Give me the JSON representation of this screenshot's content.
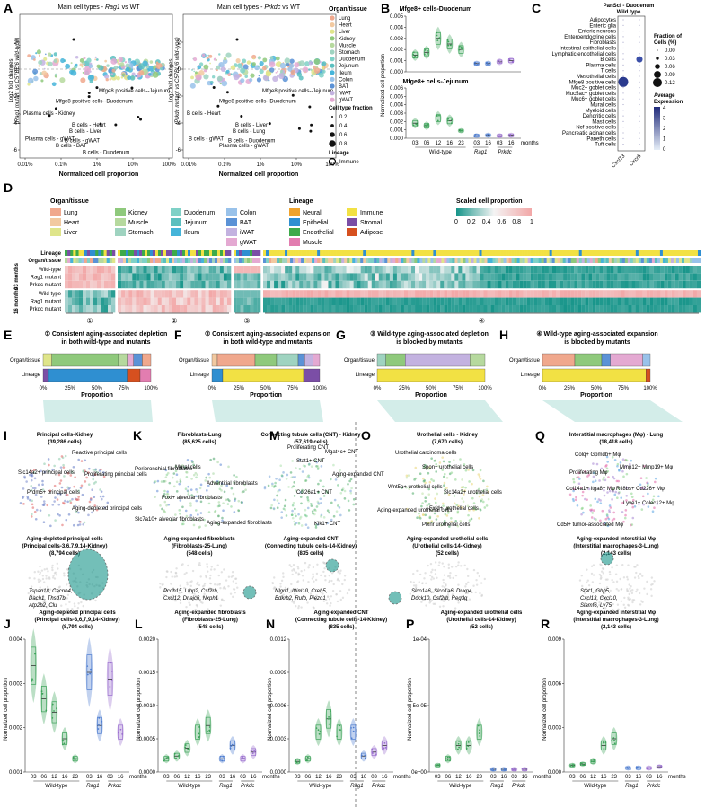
{
  "colors": {
    "Lung": "#f0a88d",
    "Heart": "#f2c9a0",
    "Liver": "#dfe58a",
    "Kidney": "#8fc97c",
    "Muscle": "#b6d99e",
    "Stomach": "#9fd3c0",
    "Duodenum": "#7fd1c7",
    "Jejunum": "#5bbfbf",
    "Ileum": "#45b4d9",
    "Colon": "#99c2ea",
    "BAT": "#5b92d6",
    "iWAT": "#c3b2e0",
    "gWAT": "#e4a9d2",
    "Neural": "#f0a32c",
    "Epithelial": "#2f8fd1",
    "Endothelial": "#3daa4a",
    "Immune": "#f2e144",
    "Stromal": "#7b4ea6",
    "Adipose": "#d6501f",
    "LineageMuscle": "#e27db0",
    "wt": "#3da35a",
    "rag": "#4f7ed0",
    "prk": "#9a6fcf",
    "teal": "#17958a",
    "pink": "#f2a7a7"
  },
  "panels": {
    "A": "A",
    "B": "B",
    "C": "C",
    "D": "D",
    "E": "E",
    "F": "F",
    "G": "G",
    "H": "H",
    "I": "I",
    "J": "J",
    "K": "K",
    "L": "L",
    "M": "M",
    "N": "N",
    "O": "O",
    "P": "P",
    "Q": "Q",
    "R": "R"
  },
  "A": {
    "title1a": "Main cell types - ",
    "title1b": "Rag1",
    "title1c": " vs WT",
    "title2a": "Main cell types - ",
    "title2b": "Prkdc",
    "title2c": " vs WT",
    "ylab1": "Log2 fold changes",
    "ylab1b": "(Rag1 mutant vs C57BL/6 wild-type)",
    "ylab2": "Log2 fold changes",
    "ylab2b": "(Prkdc mutant vs C57BL/6 wild-type)",
    "xlab": "Normalized cell proportion",
    "xticks": [
      "0.01%",
      "0.1%",
      "1%",
      "10%",
      "100%"
    ],
    "yticks": [
      "2",
      "0",
      "-2",
      "-4",
      "-6"
    ],
    "ann1": [
      "Mfge8 positive cells--Jejunum",
      "Mfge8 positive cells--Duodenum",
      "Plasma cells - Kidney",
      "B cells - Heart",
      "B cells - Liver",
      "Plasma cells - gWAT",
      "B cells - gWAT",
      "B cells - BAT",
      "B cells - Duodenum"
    ],
    "ann2": [
      "Mfge8 positive cells--Jejunum",
      "Mfge8 positive cells--Duodenum",
      "B cells - Heart",
      "B cells - Liver",
      "B cells - Lung",
      "B cells - gWAT",
      "B cells - Duodenum",
      "Plasma cells - gWAT"
    ],
    "organ_title": "Organ/tissue",
    "organs": [
      "Lung",
      "Heart",
      "Liver",
      "Kidney",
      "Muscle",
      "Stomach",
      "Duodenum",
      "Jejunum",
      "Ileum",
      "Colon",
      "BAT",
      "iWAT",
      "gWAT"
    ],
    "size_title": "Cell type fraction",
    "sizes": [
      "0.2",
      "0.4",
      "0.6",
      "0.8"
    ],
    "lineage_title": "Lineage",
    "immune": "Immune"
  },
  "B": {
    "title1": "Mfge8+ cells-Duodenum",
    "title2": "Mfge8+ cells-Jejunum",
    "ylab": "Normalized cell proportion",
    "yticks1": [
      "0.005",
      "0.004",
      "0.003",
      "0.002",
      "0.001",
      "0.000"
    ],
    "yticks2": [
      "0.006",
      "0.005",
      "0.004",
      "0.003",
      "0.002",
      "0.001",
      "0.000"
    ],
    "ages": [
      "03",
      "06",
      "12",
      "16",
      "23",
      "03",
      "16",
      "03",
      "16"
    ],
    "months": "months",
    "groups": [
      "Wild-type",
      "Rag1",
      "Prkdc"
    ]
  },
  "C": {
    "title1": "PanSci - Duodenum",
    "title2": "Wild type",
    "rows": [
      "Adipocytes",
      "Enteric glia",
      "Enteric neurons",
      "Enteroendocrine cells",
      "Fibroblasts",
      "Intestinal epithelial cells",
      "Lymphatic endothelial cells",
      "B cells",
      "Plasma cells",
      "T cells",
      "Mesothelial cells",
      "Mfge8 positive cells",
      "Muc2+ goblet cells",
      "Muc5ac+ goblet cells",
      "Muc6+ goblet cells",
      "Mural cells",
      "Myeloid cells",
      "Dendritic cells",
      "Mast cells",
      "Ncf positive cells",
      "Pancreatic acinar cells",
      "Paneth cells",
      "Tuft cells"
    ],
    "cols": [
      "Cxcl13",
      "Cxcr5"
    ],
    "frac_title1": "Fraction of",
    "frac_title2": "Cells (%)",
    "fracs": [
      "0.00",
      "0.03",
      "0.06",
      "0.09",
      "0.12"
    ],
    "expr_title1": "Average",
    "expr_title2": "Expression",
    "expr": [
      "4",
      "3",
      "2",
      "1",
      "0"
    ]
  },
  "D": {
    "organ_title": "Organ/tissue",
    "lineage_title": "Lineage",
    "lineages": [
      "Neural",
      "Immune",
      "Epithelial",
      "Stromal",
      "Endothelial",
      "Adipose",
      "Muscle"
    ],
    "scale_title": "Scaled cell proportion",
    "scale_ticks": [
      "0",
      "0.2",
      "0.4",
      "0.6",
      "0.8",
      "1"
    ],
    "row_lineage": "Lineage",
    "row_organ": "Organ/tissue",
    "rows": [
      "Wild-type",
      "Rag1 mutant",
      "Prkdc mutant",
      "Wild-type",
      "Rag1 mutant",
      "Prkdc mutant"
    ],
    "blocks": [
      "03 months",
      "16 months"
    ],
    "clusters": [
      "①",
      "②",
      "③",
      "④"
    ]
  },
  "E": {
    "t1": "① Consistent aging-associated depletion",
    "t2": "in both wild-type and mutants"
  },
  "F": {
    "t1": "② Consistent aging-associated expansion",
    "t2": "in both wild-type and mutants"
  },
  "G": {
    "t1": "③ Wild-type aging-associated depletion",
    "t2": "is blocked by mutants"
  },
  "H": {
    "t1": "④ Wild-type aging-associated expansion",
    "t2": "is blocked by mutants"
  },
  "bar": {
    "r1": "Organ/tissue",
    "r2": "Lineage",
    "ticks": [
      "0%",
      "25%",
      "50%",
      "75%",
      "100%"
    ],
    "xlab": "Proportion"
  },
  "I": {
    "title1": "Principal cells-Kidney",
    "title2": "(39,286 cells)",
    "labels": [
      "Slc14a2+ principal cells",
      "Reactive principal cells",
      "Proliferating principal cells",
      "Prdm5+ principal cells",
      "Aging-depleted principal cells"
    ],
    "sub1": "Aging-depleted principal cells",
    "sub2": "(Principal cells-3,6,7,9,14-Kidney)",
    "sub3": "(8,794 cells)",
    "genes1": "Tspan18, Cacnb4,",
    "genes2": "Dach1, Thsd7b,",
    "genes3": "Atp2b2, Clu"
  },
  "K": {
    "title1": "Fibroblasts-Lung",
    "title2": "(85,625 cells)",
    "labels": [
      "Mural cells",
      "Peribronchial fibroblasts",
      "Adventitial fibroblasts",
      "Foxf+ alveolar fibroblasts",
      "Slc7a10+ alveolar fibroblasts",
      "Aging-expanded fibroblasts"
    ],
    "sub1": "Aging-expanded fibroblasts",
    "sub2": "(Fibroblasts-25-Lung)",
    "sub3": "(548 cells)",
    "genes1": "Pcdh15, Ltbp2, Csf2rb,",
    "genes2": "Cxcl12, Dnajc6, Nxph1"
  },
  "M": {
    "title1": "Connecting tubule cells (CNT) - Kidney",
    "title2": "(57,619 cells)",
    "labels": [
      "Proliferating CNT",
      "Mgat4c+ CNT",
      "Stat1+ CNT",
      "Col26a1+ CNT",
      "Aging-expanded CNT",
      "Klk1+ CNT"
    ],
    "sub1": "Aging-expanded CNT",
    "sub2": "(Connecting tubule cells-14-Kidney)",
    "sub3": "(835 cells)",
    "genes1": "Nlgn1, Ittim10, Creb5,",
    "genes2": "Bdkrb2, Rufb, Piezo1"
  },
  "O": {
    "title1": "Urothelial cells - Kidney",
    "title2": "(7,670 cells)",
    "labels": [
      "Urothelial carcinoma cells",
      "Spon+ urothelial cells",
      "Wnt5a+ urothelial cells",
      "Slc14a2+ urothelial cells",
      "Aging-expanded urothelial cells",
      "Fxfd+ urothelial cells",
      "Plxnr urothelial cells"
    ],
    "sub1": "Aging-expanded urothelial cells",
    "sub2": "(Urothelial cells-14-Kidney)",
    "sub3": "(52 cells)",
    "genes1": "Slco1a6, Slco1a6, Duxp4,",
    "genes2": "Dock10, Csf2rb, Reg3g"
  },
  "Q": {
    "title1": "Interstitial macrophages (Mφ) - Lung",
    "title2": "(18,418 cells)",
    "labels": [
      "Colq+ Gpmdb+ Mφ",
      "Proliferating Mφ",
      "Mmp12+ Mmp19+ Mφ",
      "Col14a1+ Itga8+ Mφ",
      "Rtl8bs+ Cd226+ Mφ",
      "Lyve1+ Colec12+ Mφ",
      "Cd5l+ tumor-associated Mφ"
    ],
    "sub1": "Aging-expanded interstitial Mφ",
    "sub2": "(Interstitial macrophages-3-Lung)",
    "sub3": "(2,143 cells)",
    "genes1": "Stat1, Gbp5,",
    "genes2": "Cxcl13, Cxcl10,",
    "genes3": "Slamf6, Ly75"
  },
  "J": {
    "title1": "Aging-depleted principal cells",
    "title2": "(Principal cells-3,6,7,9,14-Kidney)",
    "title3": "(8,794 cells)",
    "yticks": [
      "0.004",
      "0.003",
      "0.002",
      "0.001"
    ]
  },
  "L": {
    "title1": "Aging-expanded fibroblasts",
    "title2": "(Fibroblasts-25-Lung)",
    "title3": "(548 cells)",
    "yticks": [
      "0.0020",
      "0.0015",
      "0.0010",
      "0.0005",
      "0.0000"
    ]
  },
  "N": {
    "title1": "Aging-expanded CNT",
    "title2": "(Connecting tubule cells-14-Kidney)",
    "title3": "(835 cells)",
    "yticks": [
      "0.0012",
      "0.0009",
      "0.0006",
      "0.0003",
      "0.0000"
    ]
  },
  "P": {
    "title1": "Aging-expanded urothelial cells",
    "title2": "(Urothelial cells-14-Kidney)",
    "title3": "(52 cells)",
    "yticks": [
      "1e-04",
      "5e-05",
      "0e+00"
    ]
  },
  "R": {
    "title1": "Aging-expanded interstitial Mφ",
    "title2": "(Interstitial macrophages-3-Lung)",
    "title3": "(2,143 cells)",
    "yticks": [
      "0.009",
      "0.006",
      "0.003",
      "0.000"
    ]
  },
  "box": {
    "ylab": "Normalized cell proportion",
    "ages": [
      "03",
      "06",
      "12",
      "16",
      "23",
      "03",
      "16",
      "03",
      "16"
    ],
    "months": "months",
    "groups": [
      "Wild-type",
      "Rag1",
      "Prkdc"
    ]
  }
}
